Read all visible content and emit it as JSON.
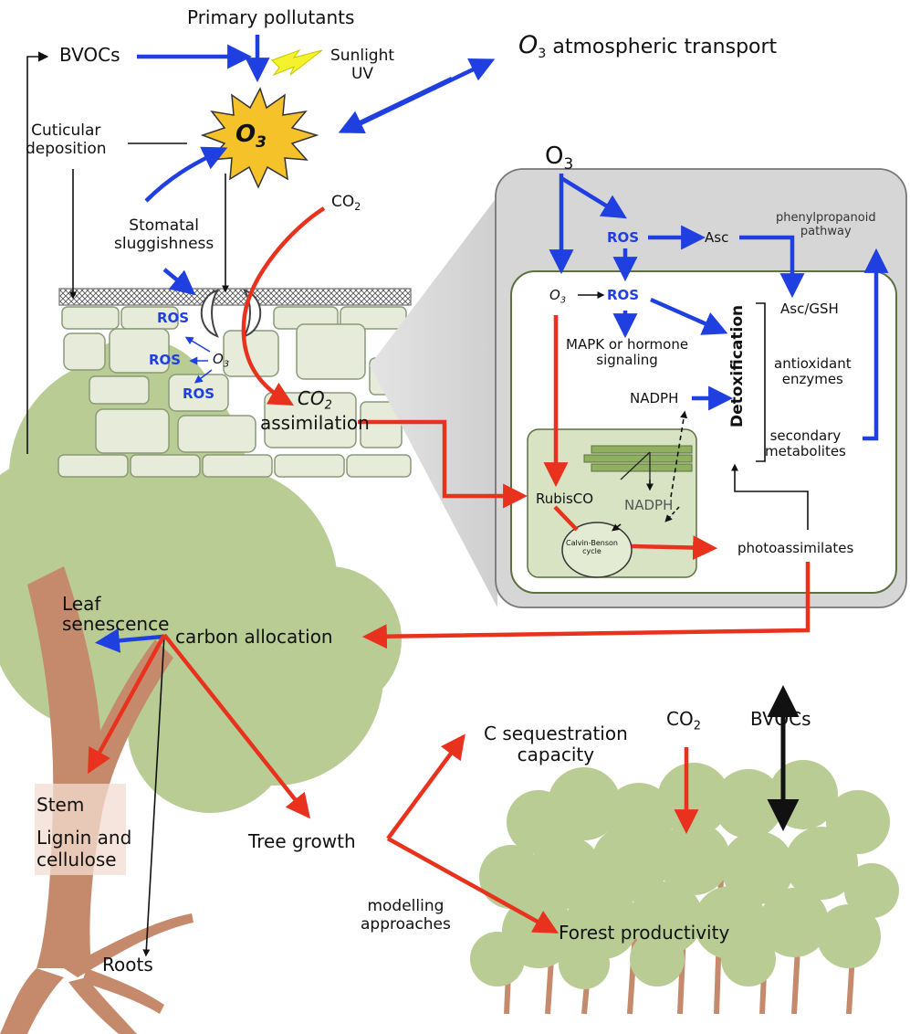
{
  "colors": {
    "ozone": "#1f3fe0",
    "carbon": "#e8321e",
    "tree_green": "#b8cc94",
    "trunk": "#c58a6b"
  },
  "top": {
    "primary_pollutants": "Primary pollutants",
    "bvocs": "BVOCs",
    "sunlight": "Sunlight",
    "uv": "UV",
    "o3_symbol": "O",
    "o3_sub": "3",
    "transport_o": "O",
    "transport_sub": "3",
    "transport_text": " atmospheric transport",
    "cuticular_1": "Cuticular",
    "cuticular_2": "deposition",
    "stomatal_1": "Stomatal",
    "stomatal_2": "sluggishness",
    "co2_c": "CO",
    "co2_sub": "2"
  },
  "leaf": {
    "ros_1": "ROS",
    "ros_2": "ROS",
    "ros_3": "ROS",
    "o3_o": "O",
    "o3_sub": "3",
    "co2_c": "CO",
    "co2_sub": "2",
    "assimilation": "assimilation"
  },
  "cell": {
    "o3_o": "O",
    "o3_sub": "3",
    "ros_outer": "ROS",
    "asc": "Asc",
    "phenyl_1": "phenylpropanoid",
    "phenyl_2": "pathway",
    "o3_inner_o": "O",
    "o3_inner_sub": "3",
    "ros_inner": "ROS",
    "asc_gsh": "Asc/GSH",
    "mapk_1": "MAPK or hormone",
    "mapk_2": "signaling",
    "detox": "Detoxification",
    "antiox_1": "antioxidant",
    "antiox_2": "enzymes",
    "nadph_1": "NADPH",
    "secondary_1": "secondary",
    "secondary_2": "metabolites",
    "rubisco": "RubisCO",
    "nadph_2": "NADPH",
    "calvin_1": "Calvin-Benson",
    "calvin_2": "cycle",
    "photoassimilates": "photoassimilates"
  },
  "tree": {
    "leaf_1": "Leaf",
    "leaf_2": "senescence",
    "carbon_allocation": "carbon allocation",
    "stem": "Stem",
    "lignin_1": "Lignin and",
    "lignin_2": "cellulose",
    "roots": "Roots",
    "tree_growth": "Tree growth"
  },
  "forest": {
    "c_seq_1": "C sequestration",
    "c_seq_2": "capacity",
    "co2_c": "CO",
    "co2_sub": "2",
    "bvocs": "BVOCs",
    "modelling_1": "modelling",
    "modelling_2": "approaches",
    "forest_productivity": "Forest productivity"
  }
}
